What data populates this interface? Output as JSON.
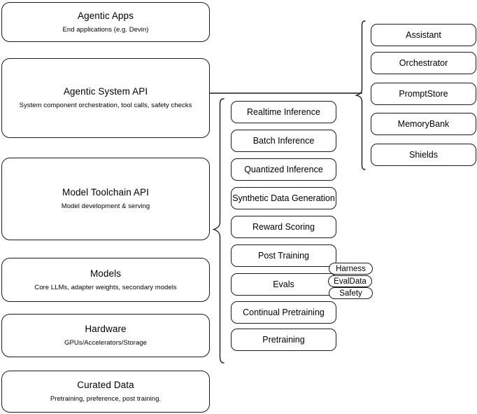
{
  "diagram": {
    "title": "AI stack layered architecture diagram",
    "stroke_color": "#1a1a1a",
    "background_color": "#ffffff"
  },
  "stack_layers": [
    {
      "id": "agentic-apps",
      "title": "Agentic Apps",
      "subtitle": "End applications (e.g. Devin)"
    },
    {
      "id": "agentic-system-api",
      "title": "Agentic System API",
      "subtitle": "System component orchestration, tool calls, safety checks"
    },
    {
      "id": "model-toolchain-api",
      "title": "Model Toolchain API",
      "subtitle": "Model development & serving"
    },
    {
      "id": "models",
      "title": "Models",
      "subtitle": "Core LLMs, adapter weights, secondary models"
    },
    {
      "id": "hardware",
      "title": "Hardware",
      "subtitle": "GPUs/Accelerators/Storage"
    },
    {
      "id": "curated-data",
      "title": "Curated Data",
      "subtitle": "Pretraining, preference, post training."
    }
  ],
  "agentic_components": [
    {
      "id": "assistant",
      "label": "Assistant"
    },
    {
      "id": "orchestrator",
      "label": "Orchestrator"
    },
    {
      "id": "promptstore",
      "label": "PromptStore"
    },
    {
      "id": "memorybank",
      "label": "MemoryBank"
    },
    {
      "id": "shields",
      "label": "Shields"
    }
  ],
  "toolchain_components": [
    {
      "id": "realtime-inference",
      "label": "Realtime Inference"
    },
    {
      "id": "batch-inference",
      "label": "Batch Inference"
    },
    {
      "id": "quantized-inference",
      "label": "Quantized Inference"
    },
    {
      "id": "synthetic-data-generation",
      "label": "Synthetic Data Generation"
    },
    {
      "id": "reward-scoring",
      "label": "Reward Scoring"
    },
    {
      "id": "post-training",
      "label": "Post Training"
    },
    {
      "id": "evals",
      "label": "Evals"
    },
    {
      "id": "continual-pretraining",
      "label": "Continual Pretraining"
    },
    {
      "id": "pretraining",
      "label": "Pretraining"
    }
  ],
  "evals_subcomponents": [
    {
      "id": "harness",
      "label": "Harness"
    },
    {
      "id": "evaldata",
      "label": "EvalData"
    },
    {
      "id": "safety",
      "label": "Safety"
    }
  ]
}
